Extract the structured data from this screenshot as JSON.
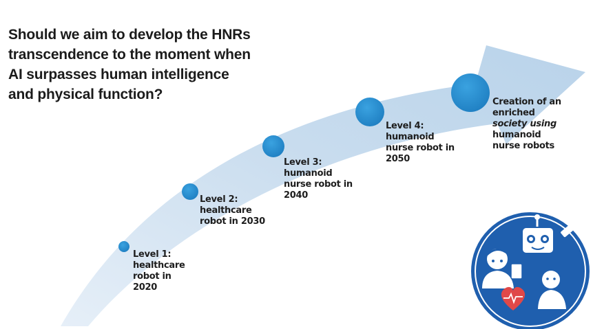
{
  "question": {
    "lines": [
      "Should we aim to develop the HNRs",
      "transcendence to the moment when",
      "AI surpasses human intelligence",
      "and physical function?"
    ]
  },
  "levels": [
    {
      "lines": [
        "Level 1:",
        "healthcare",
        "robot in",
        "2020"
      ]
    },
    {
      "lines": [
        "Level 2:",
        "healthcare",
        "robot in 2030"
      ]
    },
    {
      "lines": [
        "Level 3:",
        "humanoid",
        "nurse robot in",
        "2040"
      ]
    },
    {
      "lines": [
        "Level 4:",
        "humanoid",
        "nurse robot in",
        "2050"
      ]
    },
    {
      "lines": [
        "Creation of an",
        "enriched",
        "society using",
        "humanoid",
        "nurse robots"
      ]
    }
  ],
  "colors": {
    "arrow": "#c9ddee",
    "node": "#2a8fd0",
    "badge": "#1f5fae",
    "heart": "#e04848",
    "text": "#1e1e1e"
  },
  "icons": [
    "robot-icon",
    "heart-icon",
    "nurse-icon",
    "patient-icon"
  ]
}
